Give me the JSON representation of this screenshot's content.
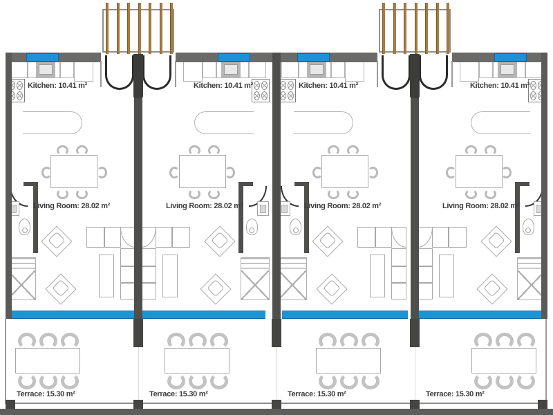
{
  "floor_plan": {
    "units": [
      {
        "name": "unit-1",
        "mirrored": false,
        "kitchen_label": "Kitchen: 10.41 m²",
        "living_room_label": "Living Room: 28.02 m²",
        "terrace_label": "Terrace: 15.30 m²"
      },
      {
        "name": "unit-2",
        "mirrored": true,
        "kitchen_label": "Kitchen: 10.41 m²",
        "living_room_label": "Living Room: 28.02 m²",
        "terrace_label": "Terrace: 15.30 m²"
      },
      {
        "name": "unit-3",
        "mirrored": false,
        "kitchen_label": "Kitchen: 10.41 m²",
        "living_room_label": "Living Room: 28.02 m²",
        "terrace_label": "Terrace: 15.30 m²"
      },
      {
        "name": "unit-4",
        "mirrored": true,
        "kitchen_label": "Kitchen: 10.41 m²",
        "living_room_label": "Living Room: 28.02 m²",
        "terrace_label": "Terrace: 15.30 m²"
      }
    ],
    "colors": {
      "wall": "#5a5a58",
      "wall_dark": "#454543",
      "window_blue": "#1d90d8",
      "sliding_glass_blue": "#1b95d4",
      "pergola_wood": "#a87c3e",
      "furniture_line": "#a8a8a8",
      "fixture_fill": "#b6b6b6",
      "label_text": "#3d3d3d"
    }
  }
}
